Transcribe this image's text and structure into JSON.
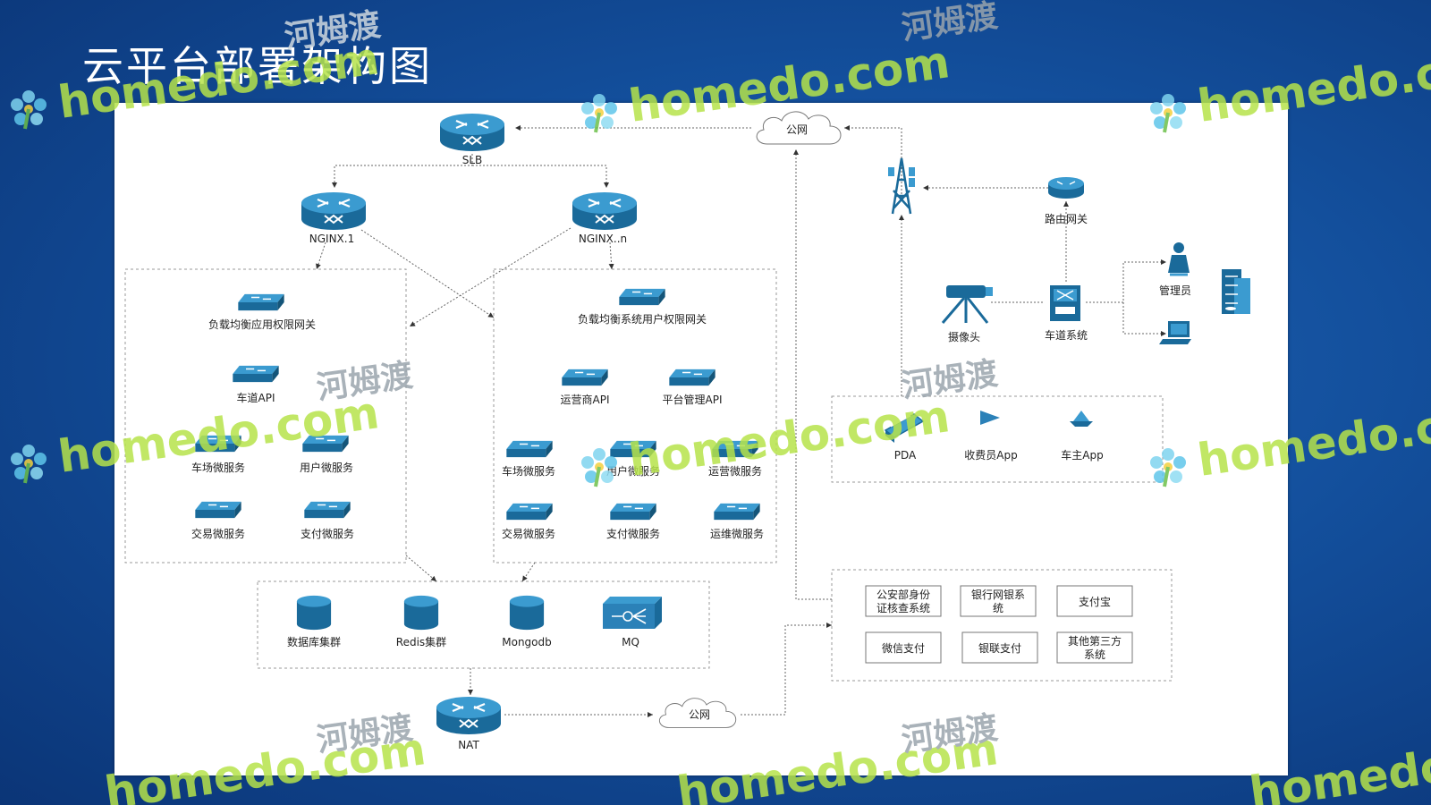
{
  "title": "云平台部署架构图",
  "nodes": {
    "slb": "SLB",
    "nginx1": "NGINX.1",
    "nginxn": "NGINX..n",
    "public_net_top": "公网",
    "public_net_bottom": "公网",
    "nat": "NAT",
    "route_gateway": "路由网关",
    "camera": "摄像头",
    "lane_system": "车道系统",
    "admin": "管理员",
    "pda": "PDA",
    "toll_app": "收费员App",
    "owner_app": "车主App"
  },
  "left_group": {
    "gateway": "负载均衡应用权限网关",
    "lane_api": "车道API",
    "parking_service": "车场微服务",
    "user_service": "用户微服务",
    "trade_service": "交易微服务",
    "pay_service": "支付微服务"
  },
  "right_group": {
    "gateway": "负载均衡系统用户权限网关",
    "operator_api": "运营商API",
    "platform_api": "平台管理API",
    "parking_service": "车场微服务",
    "user_service": "用户微服务",
    "operation_service": "运营微服务",
    "trade_service": "交易微服务",
    "pay_service": "支付微服务",
    "maintenance_service": "运维微服务"
  },
  "data_layer": {
    "database": "数据库集群",
    "redis": "Redis集群",
    "mongodb": "Mongodb",
    "mq": "MQ"
  },
  "third_party": {
    "police": [
      "公安部身份",
      "证核查系统"
    ],
    "bank": [
      "银行网银系",
      "统"
    ],
    "alipay": "支付宝",
    "wechat": "微信支付",
    "unionpay": "银联支付",
    "other": [
      "其他第三方",
      "系统"
    ]
  },
  "watermark": {
    "domain": "homedo.com",
    "brand": "河姆渡"
  },
  "colors": {
    "icon_dark": "#1a6a9a",
    "icon_light": "#3b9bd0",
    "background": "#134f9c",
    "watermark_green": "#b6e34a"
  }
}
